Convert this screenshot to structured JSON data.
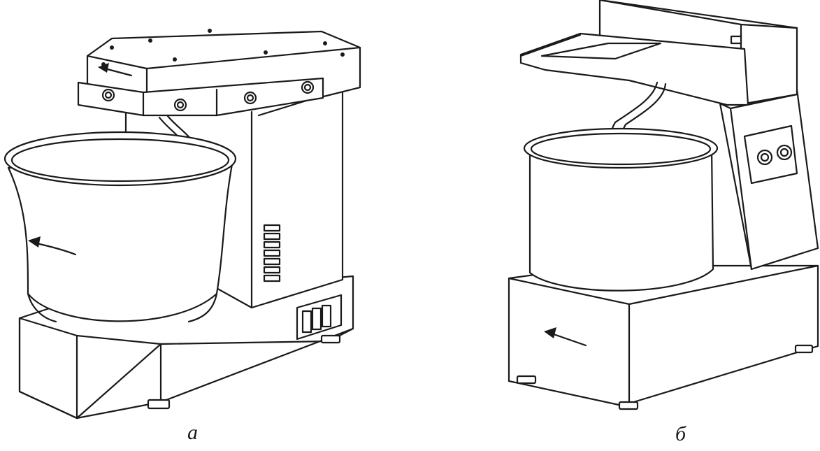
{
  "figure": {
    "panels": [
      {
        "id": "a",
        "caption": "а",
        "subject": "mixer-with-fixed-bowl"
      },
      {
        "id": "b",
        "caption": "б",
        "subject": "mixer-with-raised-head"
      }
    ],
    "colors": {
      "line": "#1a1a1a",
      "background": "#ffffff"
    }
  }
}
